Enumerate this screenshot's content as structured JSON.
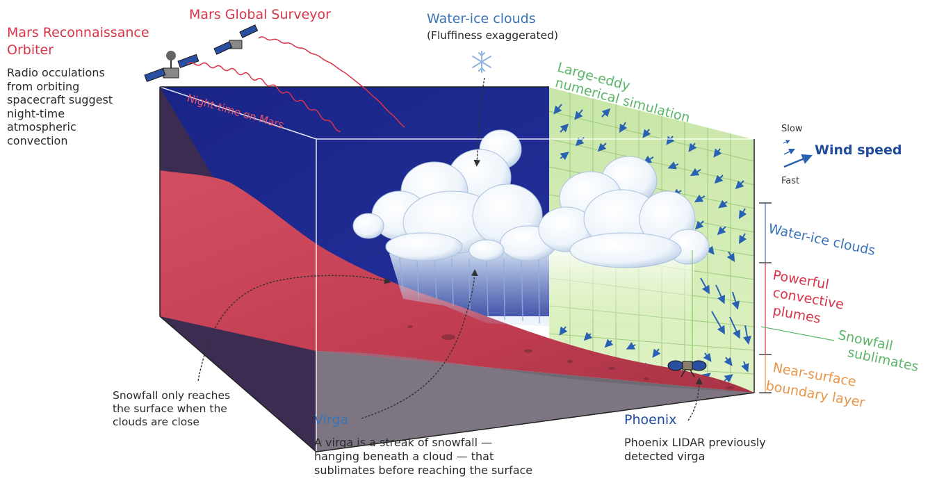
{
  "labels": {
    "mro_title": "Mars Reconnaissance\nOrbiter",
    "mro_title_line1": "Mars Reconnaissance",
    "mro_title_line2": "Orbiter",
    "mro_desc": "Radio occulations\nfrom orbiting\nspacecraft suggest\nnight-time\natmospheric\nconvection",
    "mgs_title": "Mars Global Surveyor",
    "clouds_title": "Water-ice clouds",
    "clouds_note": "(Fluffiness exaggerated)",
    "les_line1": "Large-eddy",
    "les_line2": "numerical simulation",
    "night": "Night-time on Mars",
    "legend_slow": "Slow",
    "legend_fast": "Fast",
    "legend_title": "Wind speed",
    "layer_clouds": "Water-ice clouds",
    "layer_plumes_1": "Powerful",
    "layer_plumes_2": "convective",
    "layer_plumes_3": "plumes",
    "layer_snow_1": "Snowfall",
    "layer_snow_2": "sublimates",
    "layer_near_1": "Near-surface",
    "layer_near_2": "boundary layer",
    "snow_note": "Snowfall only reaches\nthe surface when the\nclouds are close",
    "virga_title": "Virga",
    "virga_desc": "A virga is a streak of snowfall —\nhanging beneath a cloud — that\nsublimates before reaching the surface",
    "phoenix_title": "Phoenix",
    "phoenix_desc": "Phoenix LIDAR previously\ndetected virga"
  },
  "icons": [
    "orbiter-satellite-icon",
    "surveyor-satellite-icon",
    "snowflake-icon",
    "phoenix-lander-icon"
  ],
  "colors": {
    "red": "#d9344a",
    "blue": "#3a74b8",
    "dark_blue": "#1f4b9a",
    "green": "#5cb66a",
    "orange": "#e9954a",
    "night_sky": "#1b2a8a",
    "mars_surface": "#c8455a",
    "grid_green": "#d2ecb4"
  }
}
